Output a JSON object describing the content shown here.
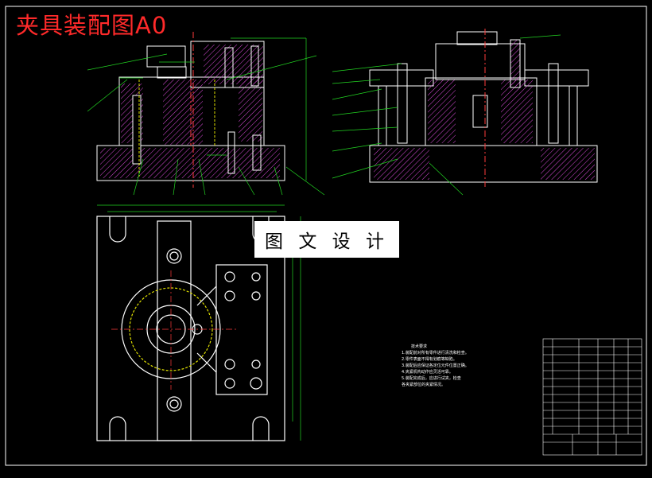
{
  "drawing": {
    "title": "夹具装配图A0",
    "stamp_text": "图 文 设 计"
  },
  "technical_notes": {
    "heading": "技术要求",
    "lines": [
      "1.装配前对所有零件进行清洗和检查。",
      "2.零件表面不得有划痕等缺陷。",
      "3.装配后应保证各定位元件位置正确。",
      "4.夹紧机构动作应灵活可靠。",
      "5.装配完成后，应进行试夹，检查",
      "各夹紧部位的夹紧情况。"
    ]
  },
  "colors": {
    "outline": "#ffffff",
    "hatch": "#d84bd8",
    "dimension": "#22d522",
    "centerline": "#ff3b3b",
    "hidden": "#e0e000",
    "title_text": "#ff2a2a"
  }
}
